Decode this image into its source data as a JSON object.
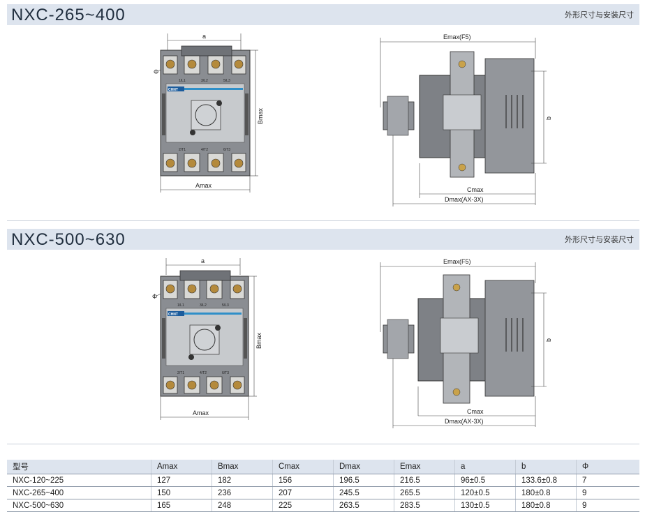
{
  "sections": [
    {
      "title": "NXC-265~400",
      "subtitle": "外形尺寸与安装尺寸",
      "front": {
        "a": "a",
        "phi": "Φ",
        "amax": "Amax",
        "bmax": "Bmax",
        "brand": "CHNT",
        "top_terminals": [
          "1/L1",
          "3/L2",
          "5/L3"
        ],
        "bottom_terminals": [
          "2/T1",
          "4/T2",
          "6/T3"
        ]
      },
      "side": {
        "emax": "Emax(F5)",
        "b": "b",
        "cmax": "Cmax",
        "dmax": "Dmax(AX-3X)"
      }
    },
    {
      "title": "NXC-500~630",
      "subtitle": "外形尺寸与安装尺寸",
      "front": {
        "a": "a",
        "phi": "Φ",
        "amax": "Amax",
        "bmax": "Bmax",
        "brand": "CHNT",
        "top_terminals": [
          "1/L1",
          "3/L2",
          "5/L3"
        ],
        "bottom_terminals": [
          "2/T1",
          "4/T2",
          "6/T3"
        ]
      },
      "side": {
        "emax": "Emax(F5)",
        "b": "b",
        "cmax": "Cmax",
        "dmax": "Dmax(AX-3X)"
      }
    }
  ],
  "table": {
    "headers": [
      "型号",
      "Amax",
      "Bmax",
      "Cmax",
      "Dmax",
      "Emax",
      "a",
      "b",
      "Φ"
    ],
    "rows": [
      [
        "NXC-120~225",
        "127",
        "182",
        "156",
        "196.5",
        "216.5",
        "96±0.5",
        "133.6±0.8",
        "7"
      ],
      [
        "NXC-265~400",
        "150",
        "236",
        "207",
        "245.5",
        "265.5",
        "120±0.5",
        "180±0.8",
        "9"
      ],
      [
        "NXC-500~630",
        "165",
        "248",
        "225",
        "263.5",
        "283.5",
        "130±0.5",
        "180±0.8",
        "9"
      ]
    ]
  }
}
